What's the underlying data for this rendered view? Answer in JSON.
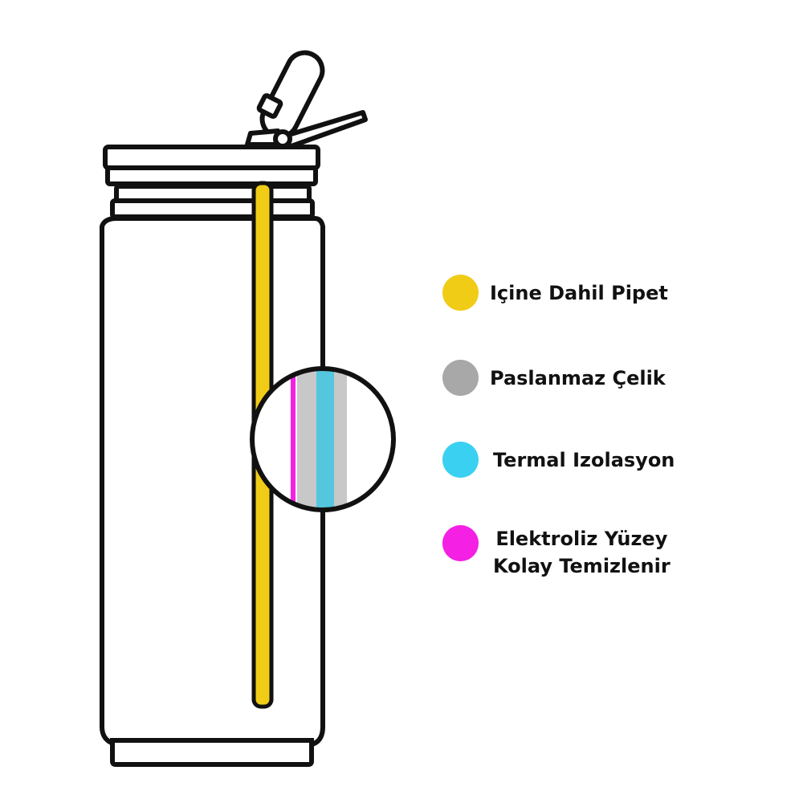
{
  "legend": [
    {
      "label": "Içine Dahil Pipet",
      "color": "#f1cc17"
    },
    {
      "label": "Paslanmaz Çelik",
      "color": "#a8a8a8"
    },
    {
      "label": "Termal Izolasyon",
      "color": "#3ad0f2"
    },
    {
      "label_line1": "Elektroliz Yüzey",
      "label_line2": "Kolay Temizlenir",
      "color": "#f420e3"
    }
  ],
  "colors": {
    "outline": "#111111",
    "straw": "#f1cc17",
    "steel": "#c8c8c8",
    "insulation": "#54c6de",
    "surface": "#f420e3"
  }
}
